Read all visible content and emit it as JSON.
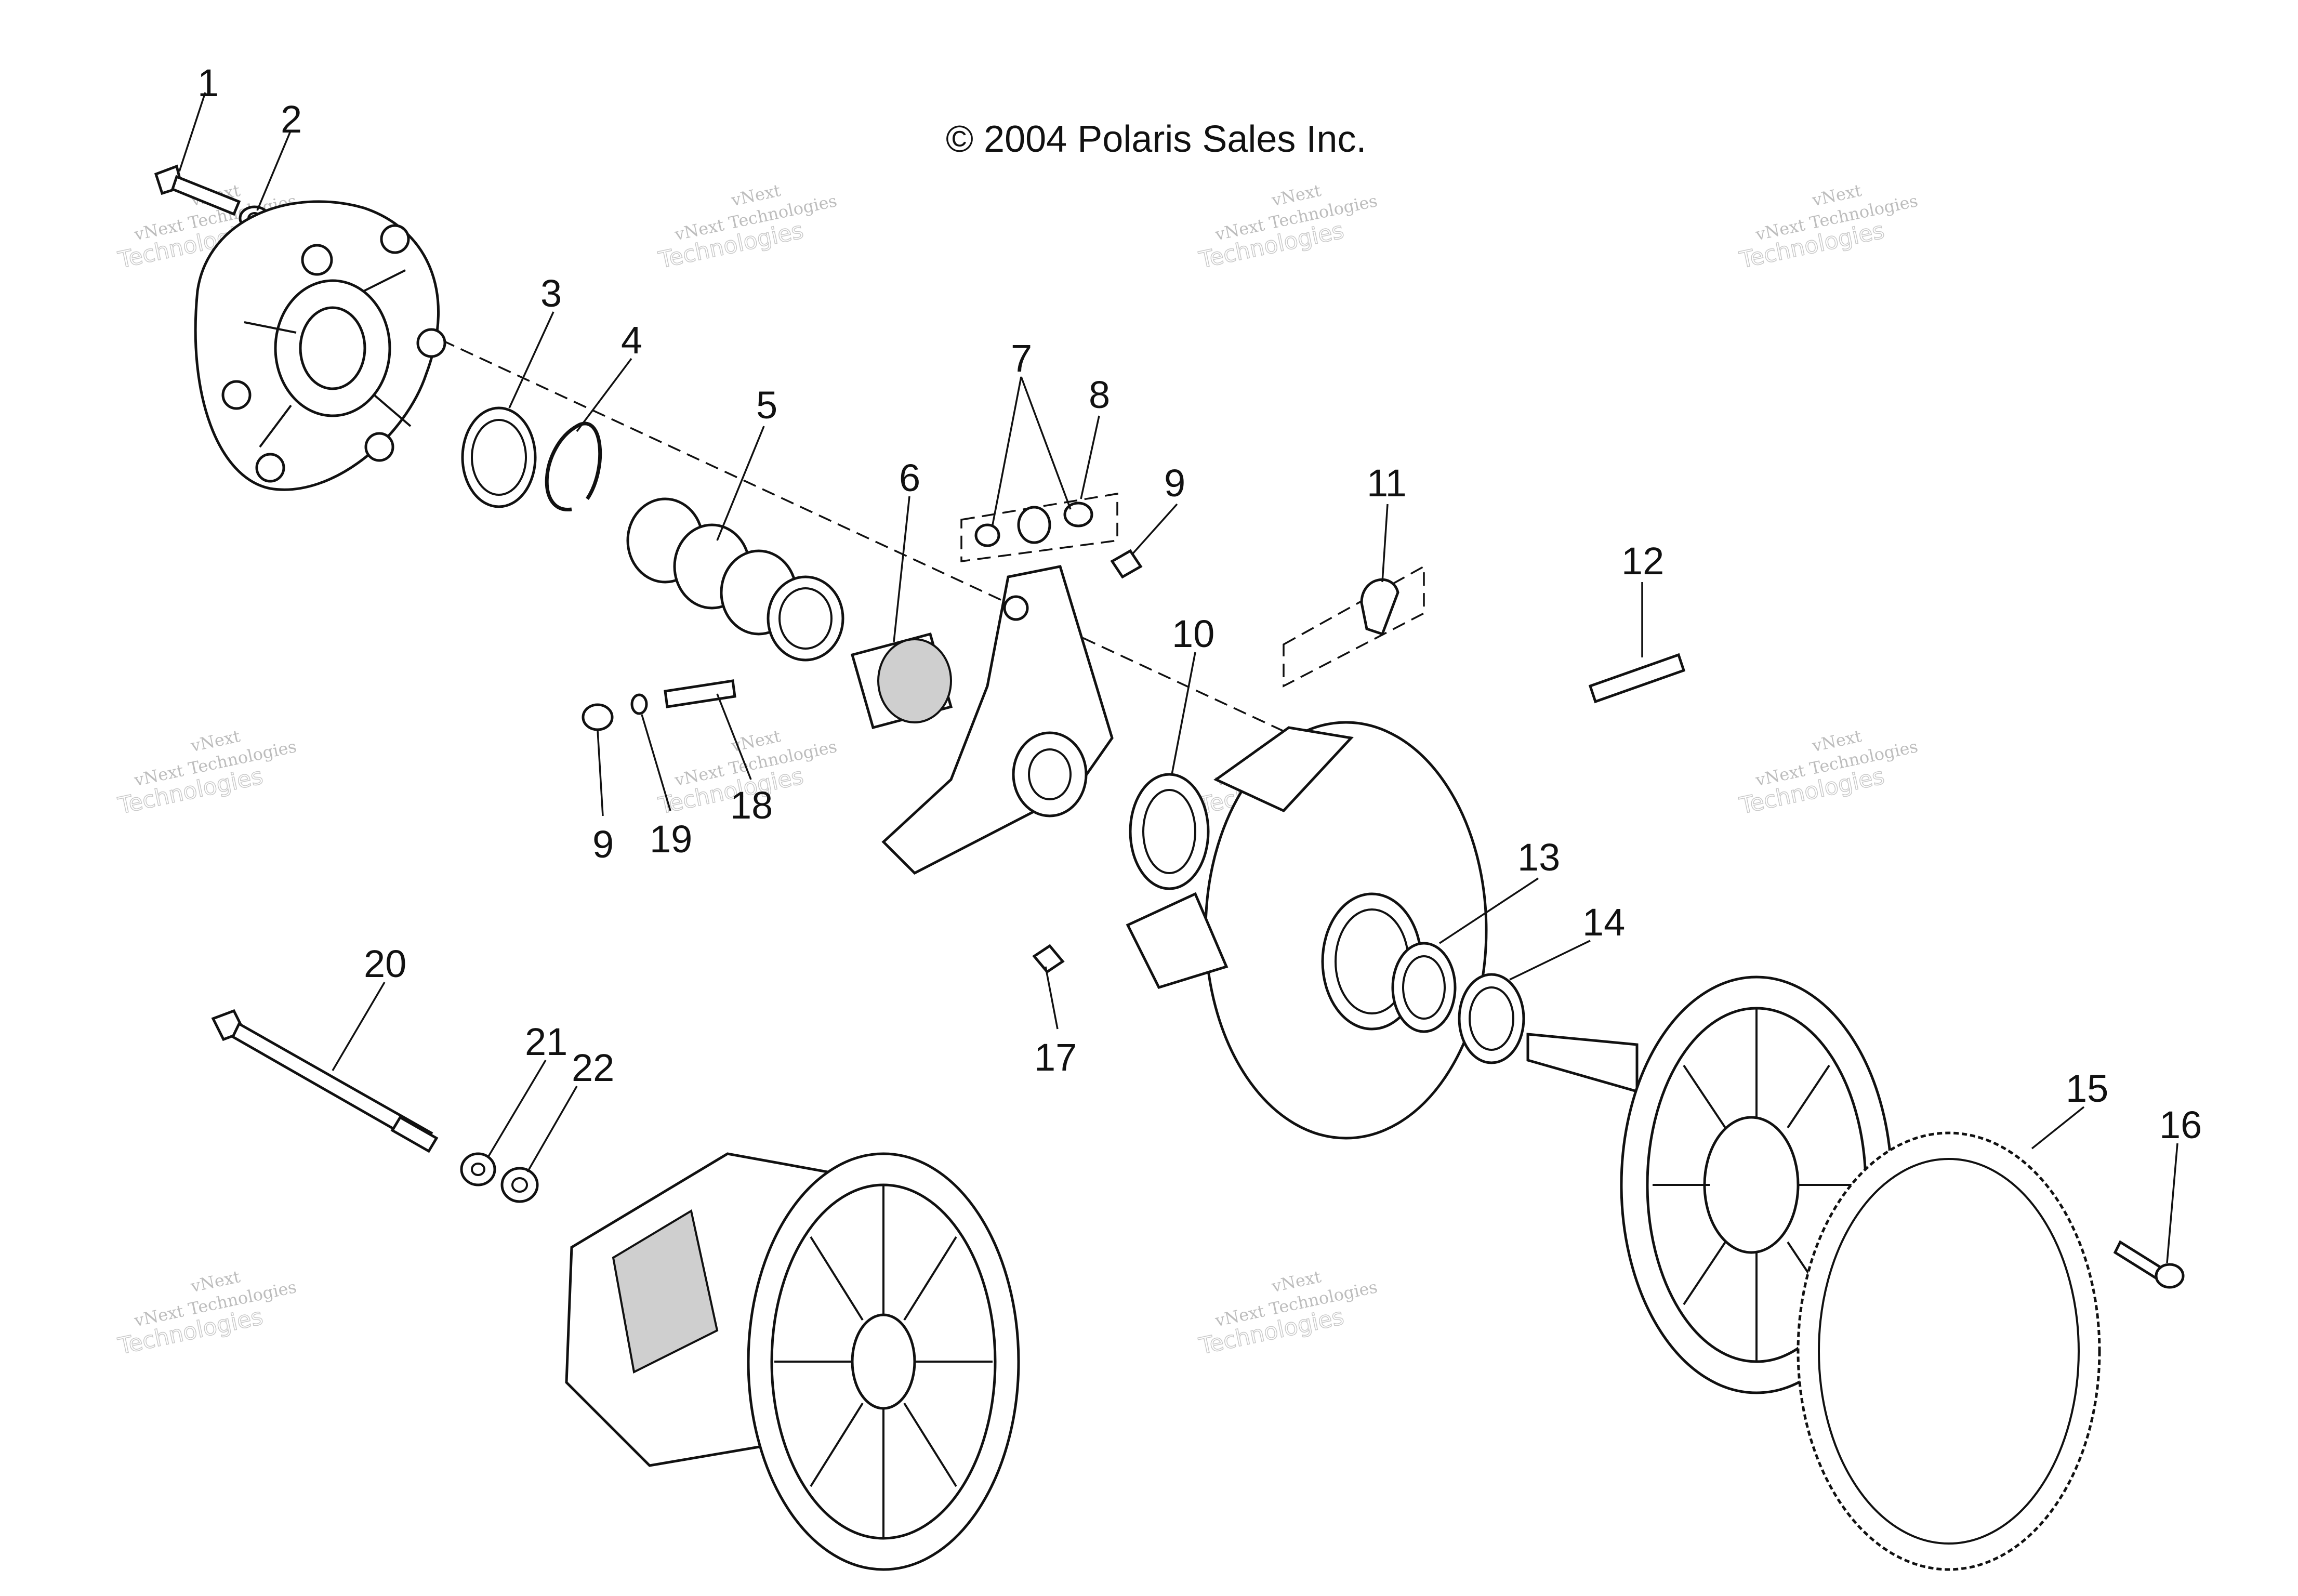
{
  "copyright": "© 2004 Polaris Sales Inc.",
  "watermark": {
    "line1": "vNext",
    "line2": "vNext Technologies",
    "line3": "Technologies"
  },
  "callouts": {
    "c1": "1",
    "c2": "2",
    "c3": "3",
    "c4": "4",
    "c5": "5",
    "c6": "6",
    "c7": "7",
    "c8": "8",
    "c9a": "9",
    "c9b": "9",
    "c10": "10",
    "c11": "11",
    "c12": "12",
    "c13": "13",
    "c14": "14",
    "c15": "15",
    "c16": "16",
    "c17": "17",
    "c18": "18",
    "c19": "19",
    "c20": "20",
    "c21": "21",
    "c22": "22"
  }
}
